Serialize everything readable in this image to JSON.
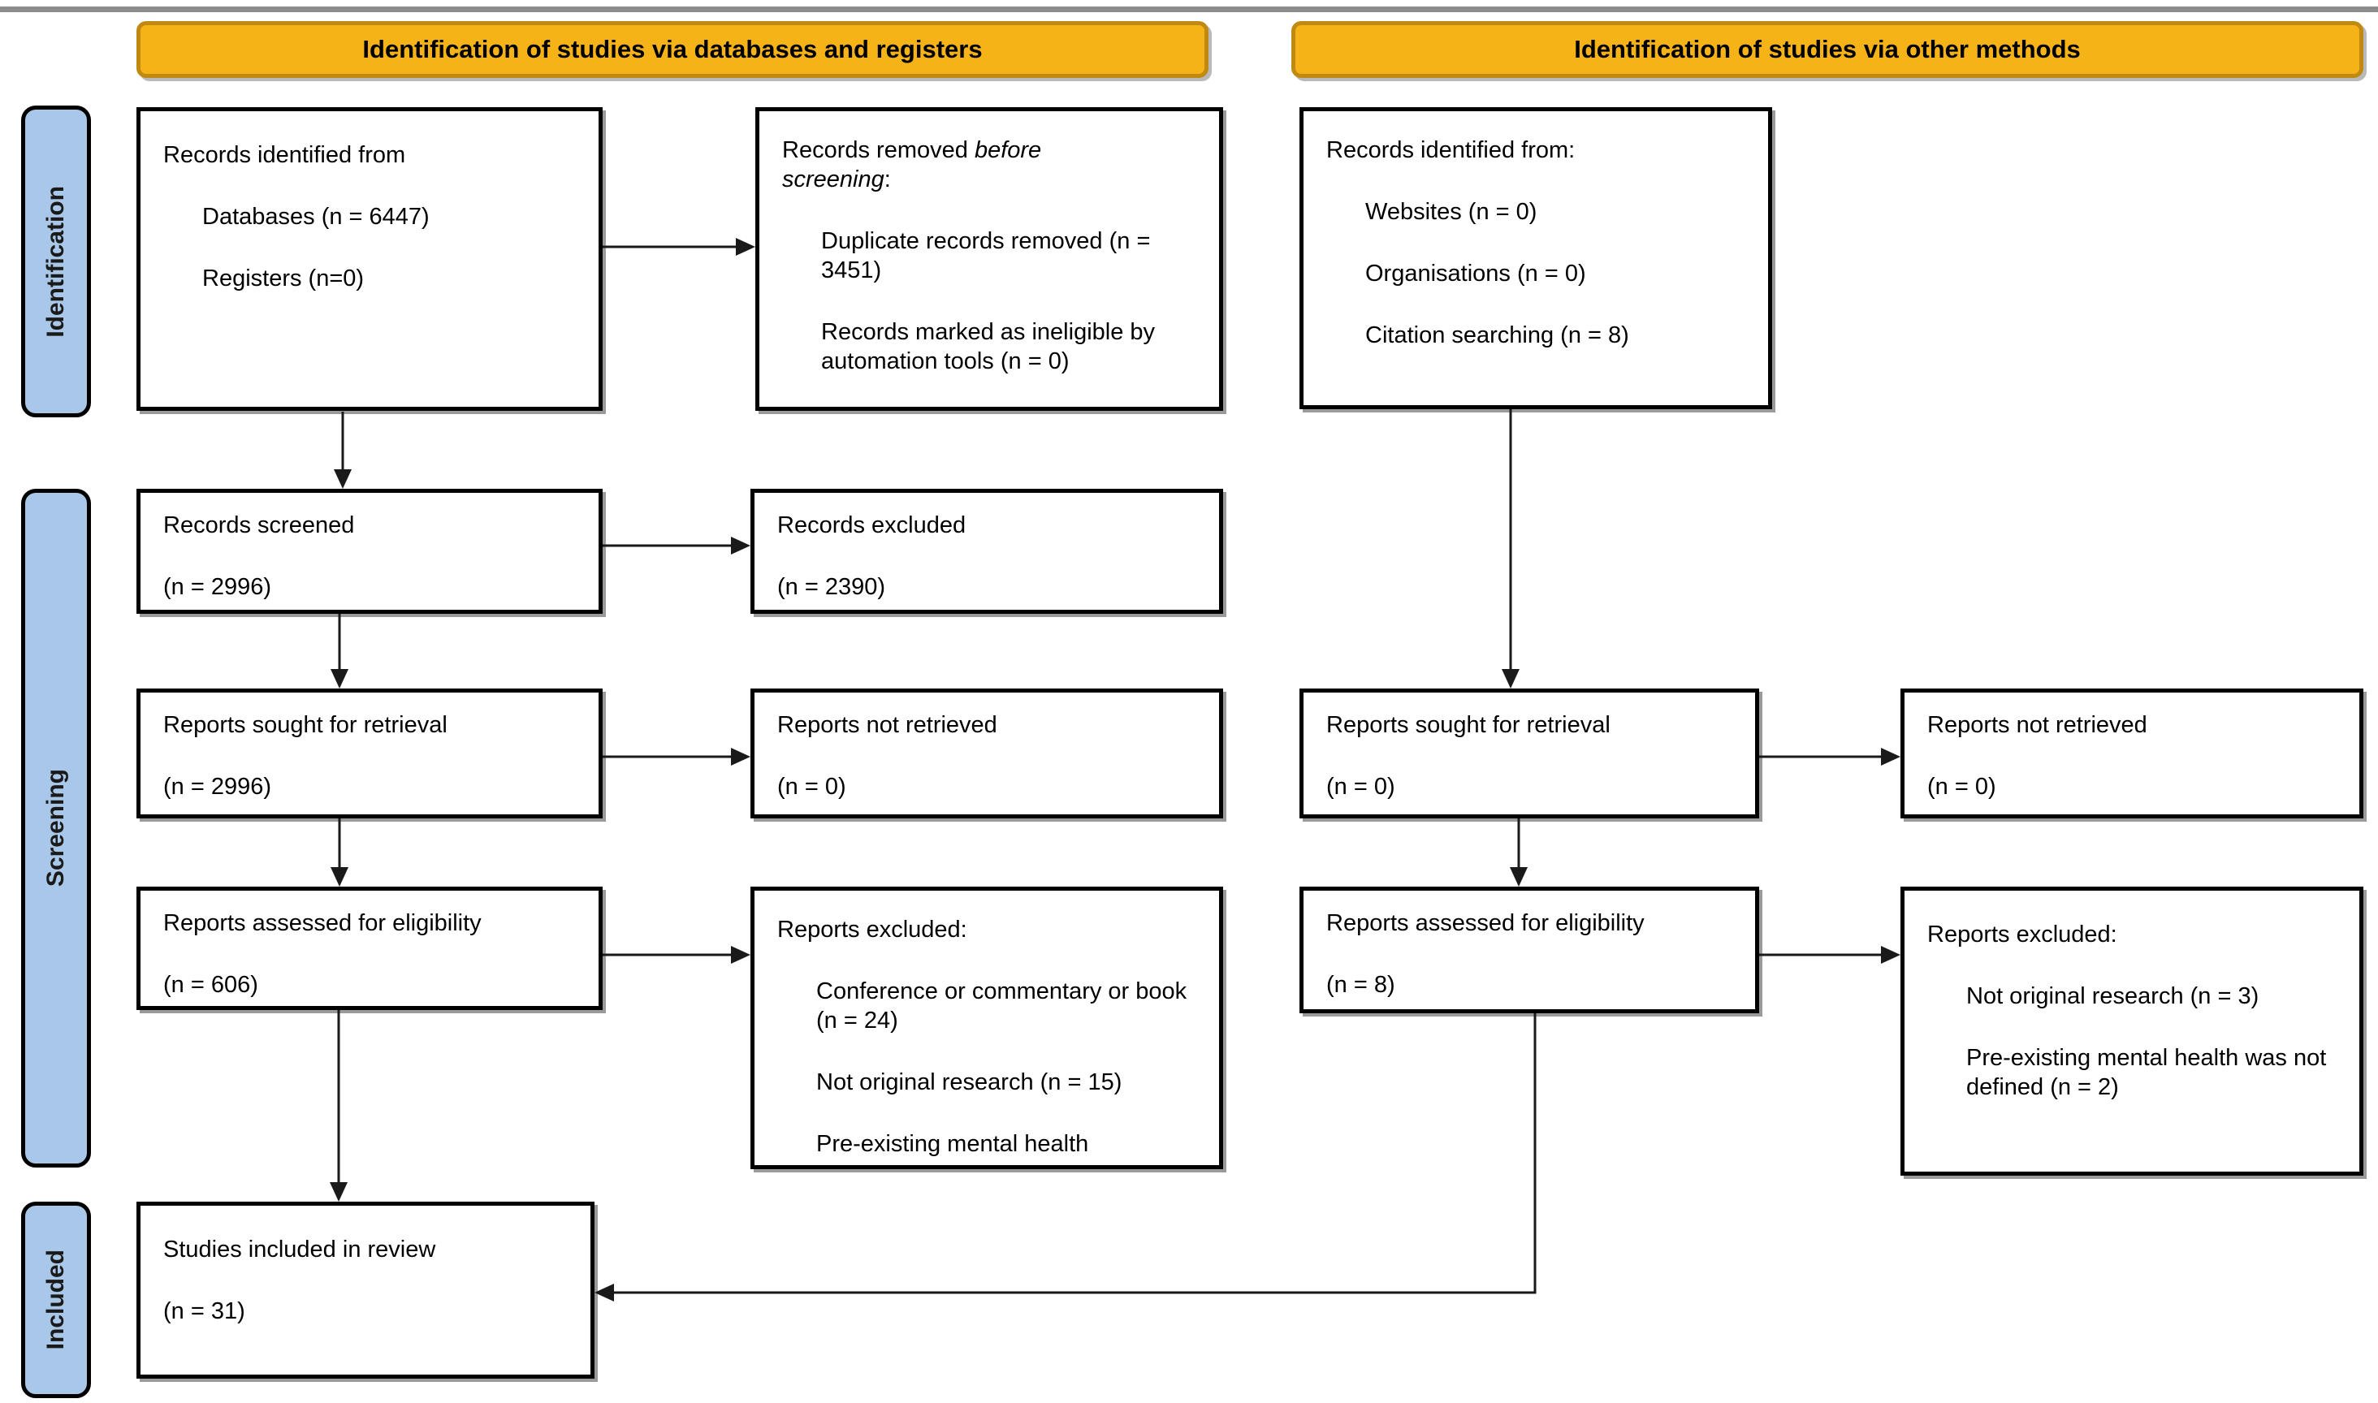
{
  "figure": {
    "banner_db": "Identification of studies via databases and registers",
    "banner_other": "Identification of studies via other methods",
    "stage_identification": "Identification",
    "stage_screening": "Screening",
    "stage_included": "Included"
  },
  "boxes": {
    "records_identified_db": {
      "title": "Records identified from",
      "items": [
        "Databases (n = 6447)",
        "Registers (n=0)"
      ]
    },
    "records_removed": {
      "title_prefix": "Records removed ",
      "title_italic_line1": "before",
      "title_italic_line2": "screening",
      "title_suffix": ":",
      "items": [
        "Duplicate records removed (n = 3451)",
        "Records marked as ineligible by automation tools (n = 0)"
      ]
    },
    "records_identified_other": {
      "title": "Records identified from:",
      "items": [
        "Websites (n = 0)",
        "Organisations (n = 0)",
        "Citation searching (n = 8)"
      ]
    },
    "records_screened": {
      "title": "Records screened",
      "count": "(n = 2996)"
    },
    "records_excluded": {
      "title": "Records excluded",
      "count": "(n = 2390)"
    },
    "reports_sought_db": {
      "title": "Reports sought for retrieval",
      "count": "(n = 2996)"
    },
    "reports_not_retrieved_db": {
      "title": "Reports not retrieved",
      "count": "(n = 0)"
    },
    "reports_sought_other": {
      "title": "Reports sought for retrieval",
      "count": "(n = 0)"
    },
    "reports_not_retrieved_other": {
      "title": "Reports not retrieved",
      "count": "(n = 0)"
    },
    "reports_assessed_db": {
      "title": "Reports assessed for eligibility",
      "count": "(n = 606)"
    },
    "reports_excluded_db": {
      "title": "Reports excluded:",
      "items": [
        "Conference or commentary or book (n = 24)",
        "Not original research (n = 15)",
        "Pre-existing mental health"
      ]
    },
    "reports_assessed_other": {
      "title": "Reports assessed for eligibility",
      "count": "(n = 8)"
    },
    "reports_excluded_other": {
      "title": "Reports excluded:",
      "items": [
        "Not original research (n = 3)",
        "Pre-existing mental health was not defined (n = 2)"
      ]
    },
    "studies_included": {
      "title": "Studies included in review",
      "count": "(n = 31)"
    }
  },
  "colors": {
    "banner_fill": "#F5B317",
    "banner_border": "#C08A12",
    "stage_fill": "#A9C7E8",
    "box_border": "#000000",
    "arrow": "#1A1A1A"
  }
}
